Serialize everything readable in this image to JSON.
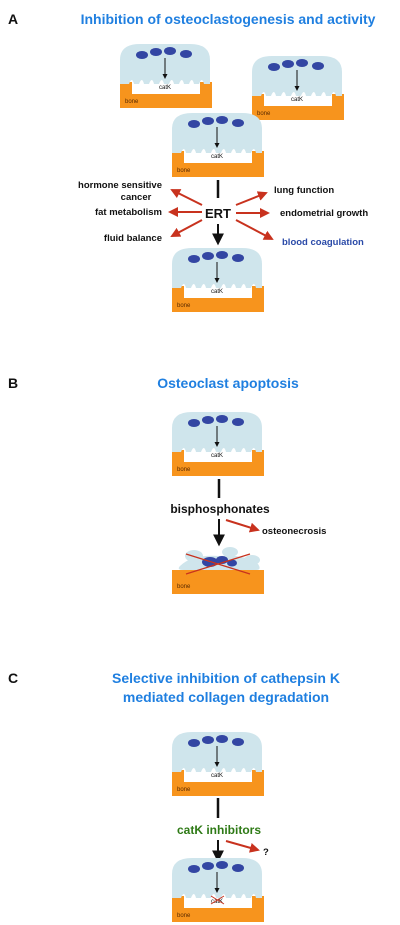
{
  "colors": {
    "title": "#1f7fe0",
    "arrow_black": "#111111",
    "arrow_red": "#c8321e",
    "bone": "#f7941d",
    "cell": "#cfe5ec",
    "nucleus": "#3346a3",
    "text_dark": "#111111",
    "coagulation": "#2a4aa8",
    "catk_inhibitors": "#2e7a16"
  },
  "panel_a": {
    "letter": "A",
    "title": "Inhibition of osteoclastogenesis and activity",
    "drug": "ERT",
    "effects_left": [
      {
        "line1": "hormone sensitive",
        "line2": "cancer"
      },
      {
        "line1": "fat metabolism",
        "line2": ""
      },
      {
        "line1": "fluid balance",
        "line2": ""
      }
    ],
    "effects_right": [
      {
        "label": "lung function",
        "color": "#111111"
      },
      {
        "label": "endometrial growth",
        "color": "#111111"
      },
      {
        "label": "blood coagulation",
        "color": "#2a4aa8"
      }
    ]
  },
  "panel_b": {
    "letter": "B",
    "title": "Osteoclast apoptosis",
    "drug": "bisphosphonates",
    "side_effect": "osteonecrosis"
  },
  "panel_c": {
    "letter": "C",
    "title_line1": "Selective inhibition of cathepsin K",
    "title_line2": "mediated collagen degradation",
    "drug": "catK inhibitors",
    "side_effect": "?"
  },
  "cell_labels": {
    "enzyme": "catK",
    "substrate": "bone"
  }
}
